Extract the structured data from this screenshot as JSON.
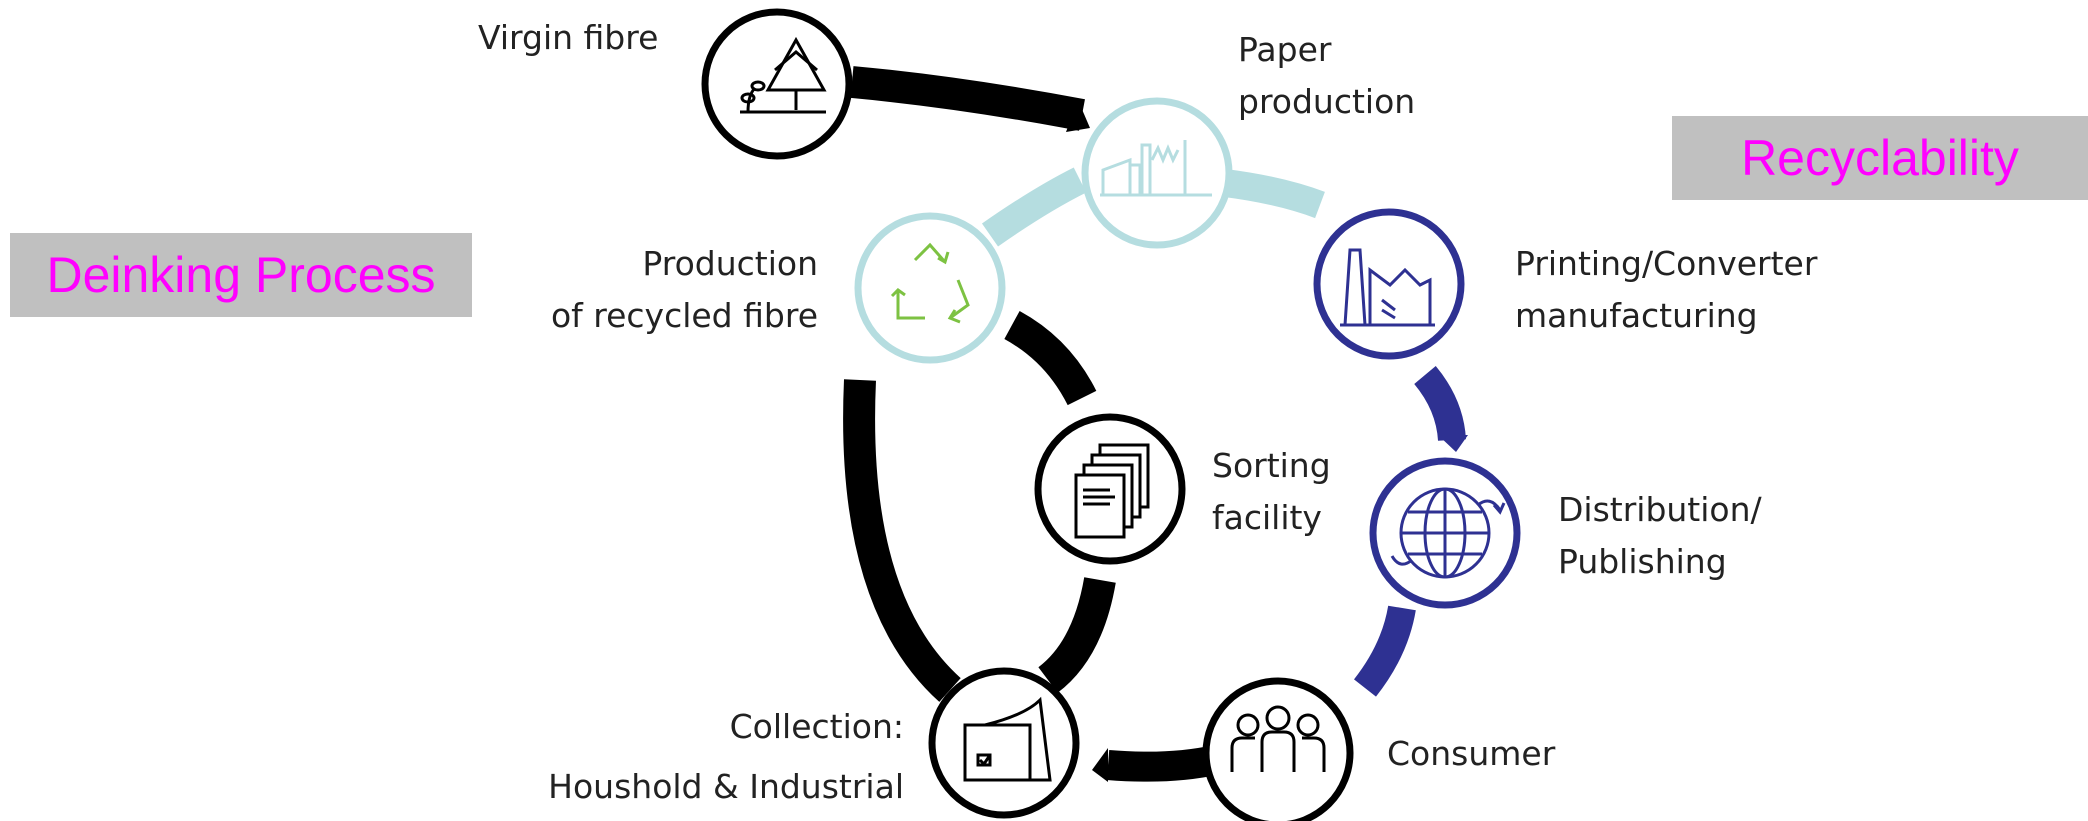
{
  "labels": {
    "virgin_fibre": "Virgin fibre",
    "paper_production": [
      "Paper",
      "production"
    ],
    "printing": [
      "Printing/Converter",
      "manufacturing"
    ],
    "distribution": [
      "Distribution/",
      "Publishing"
    ],
    "consumer": "Consumer",
    "collection": [
      "Collection:",
      "Houshold & Industrial"
    ],
    "sorting": [
      "Sorting",
      "facility"
    ],
    "recycled": [
      "Production",
      "of recycled fibre"
    ]
  },
  "tags": {
    "deinking": "Deinking Process",
    "recyclability": "Recyclability"
  },
  "colors": {
    "black": "#000000",
    "light_teal": "#b5dde0",
    "navy": "#2e3192",
    "green": "#7dc242",
    "tag_bg": "#c0c0c0",
    "tag_text": "#ff00ff"
  },
  "icons": [
    "tree-icon",
    "factory-icon",
    "printing-factory-icon",
    "globe-icon",
    "people-icon",
    "collection-bin-icon",
    "documents-icon",
    "recycle-icon"
  ]
}
